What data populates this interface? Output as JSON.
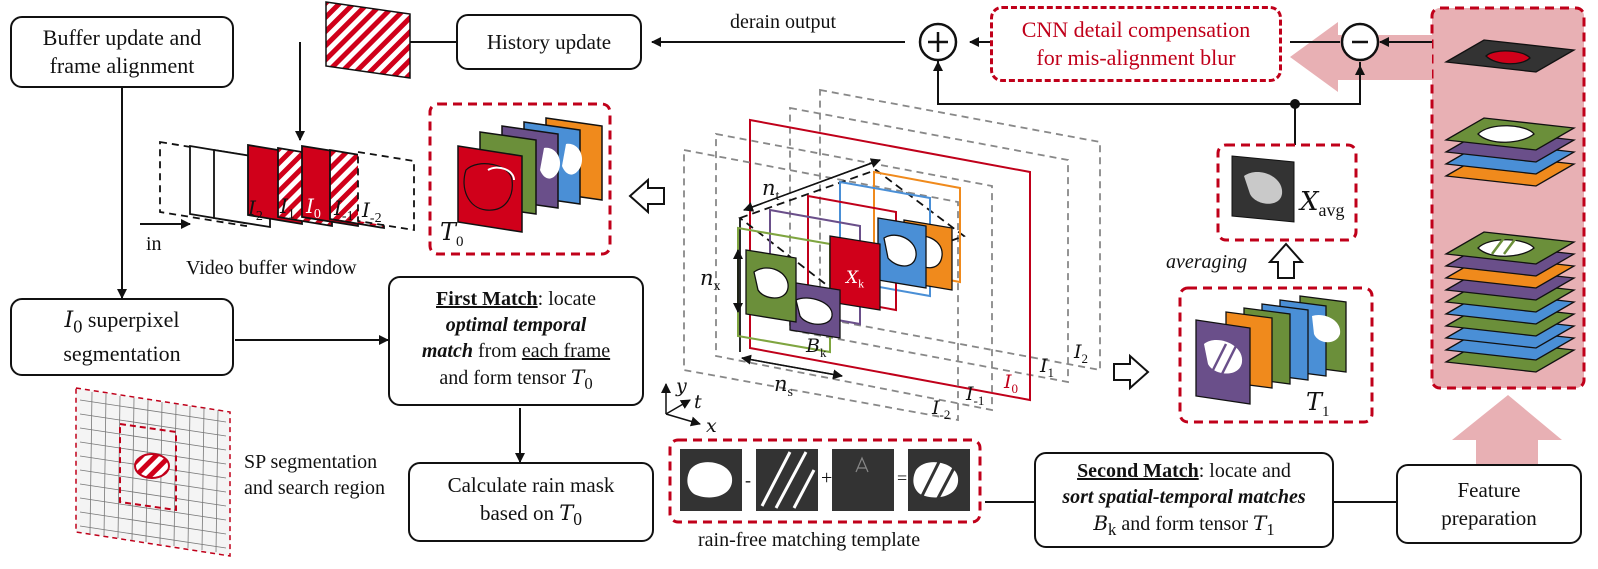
{
  "boxes": {
    "buffer": "Buffer update and frame alignment",
    "history": "History update",
    "cnn": "CNN detail compensation for mis-alignment blur",
    "superpixel": "superpixel segmentation",
    "superpixel_sym": "I",
    "superpixel_sub": "0",
    "first_match_title": "First Match",
    "first_match_rest1": ": locate",
    "first_match_line2": "optimal temporal",
    "first_match_line3a": "match",
    "first_match_line3b": " from ",
    "first_match_line3c": "each frame",
    "first_match_line4": "and form tensor",
    "rain_mask_line1": "Calculate rain mask",
    "rain_mask_line2": "based on",
    "second_match_title": "Second Match",
    "second_match_rest1": ": locate and",
    "second_match_line2": "sort spatial-temporal matches",
    "second_match_line3": "and form tensor",
    "feature": "Feature preparation"
  },
  "labels": {
    "derain_output": "derain output",
    "in": "in",
    "video_buffer_window": "Video buffer window",
    "sp_segmentation": "SP segmentation",
    "search_region": "and search region",
    "rain_free_template": "rain-free matching template",
    "averaging": "averaging",
    "x_avg": "X",
    "x_avg_sub": "avg",
    "plus": "+",
    "minus": "-",
    "eq": "=",
    "tensor_T0": "T",
    "tensor_T0_sub": "0",
    "tensor_T1": "T",
    "tensor_T1_sub": "1",
    "B_k": "B",
    "B_k_sub": "k",
    "X_k": "X",
    "X_k_sub": "k",
    "n_t": "n",
    "n_t_sub": "t",
    "n_x": "n",
    "n_x_sub": "x",
    "n_s": "n",
    "n_s_sub": "s",
    "axis_x": "x",
    "axis_y": "y",
    "axis_t": "t"
  },
  "frames_buffer": [
    {
      "sym": "I",
      "sub": "2"
    },
    {
      "sym": "I",
      "sub": "1"
    },
    {
      "sym": "I",
      "sub": "0"
    },
    {
      "sym": "I",
      "sub": "-1"
    },
    {
      "sym": "I",
      "sub": "-2"
    }
  ],
  "frames_volume": [
    {
      "sym": "I",
      "sub": "-2"
    },
    {
      "sym": "I",
      "sub": "-1"
    },
    {
      "sym": "I",
      "sub": "0"
    },
    {
      "sym": "I",
      "sub": "1"
    },
    {
      "sym": "I",
      "sub": "2"
    }
  ],
  "colors": {
    "red": "#c0001a",
    "pink": "#e8b0b4",
    "green": "#6b8f3a",
    "purple": "#6a4f8a",
    "blue": "#4a8fd6",
    "orange": "#f08a1c",
    "gray": "#8a8a8a"
  }
}
